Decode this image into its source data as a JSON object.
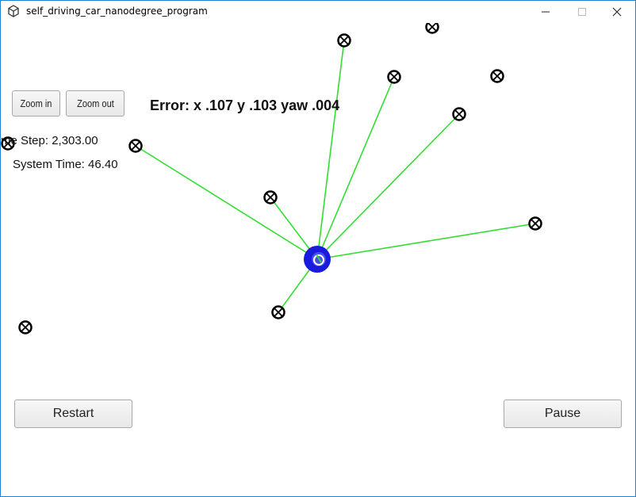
{
  "window": {
    "title": "self_driving_car_nanodegree_program"
  },
  "hud": {
    "zoom_in_label": "Zoom in",
    "zoom_out_label": "Zoom out",
    "time_step_label": "me Step: 2,303.00",
    "system_time_label": "System Time: 46.40",
    "error_label": "Error: x .107 y .103 yaw .004"
  },
  "buttons": {
    "restart_label": "Restart",
    "pause_label": "Pause"
  },
  "colors": {
    "observation_line": "#33dd33",
    "car": "#1a1adf",
    "landmark": "#000000",
    "window_border": "#1f7fd1"
  }
}
